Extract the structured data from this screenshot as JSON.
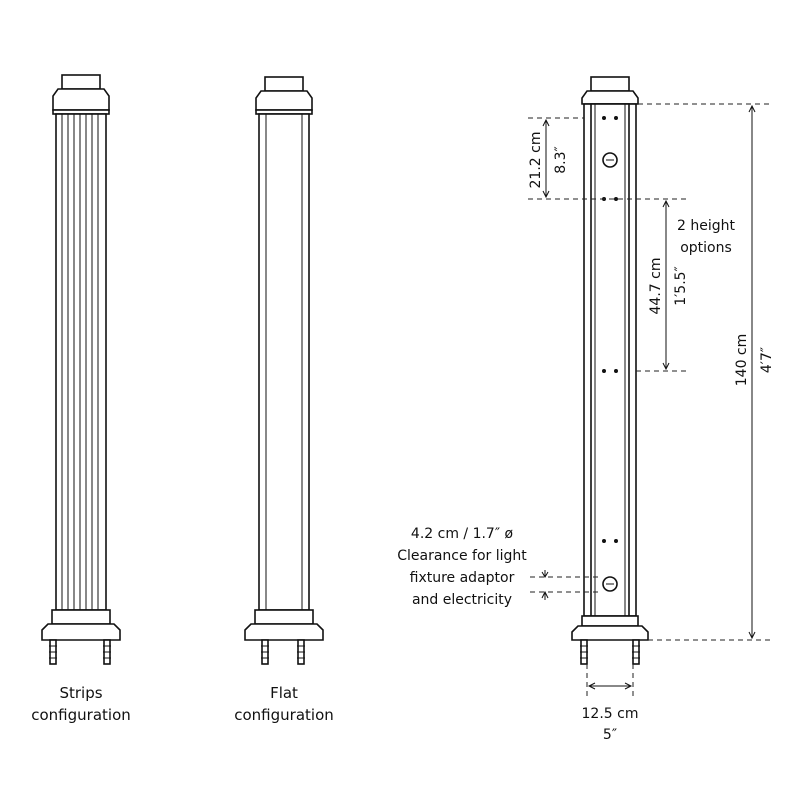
{
  "captions": {
    "strips_line1": "Strips",
    "strips_line2": "configuration",
    "flat_line1": "Flat",
    "flat_line2": "configuration"
  },
  "dimensions": {
    "top_segment_metric": "21.2 cm",
    "top_segment_imperial": "8.3″",
    "middle_segment_metric": "44.7 cm",
    "middle_segment_imperial": "1′5.5″",
    "height_note_line1": "2 height",
    "height_note_line2": "options",
    "total_height_metric": "140 cm",
    "total_height_imperial": "4′7″",
    "width_metric": "12.5 cm",
    "width_imperial": "5″"
  },
  "clearance": {
    "line1": "4.2 cm / 1.7″  ø",
    "line2": "Clearance for light",
    "line3": "fixture adaptor",
    "line4": "and electricity"
  }
}
